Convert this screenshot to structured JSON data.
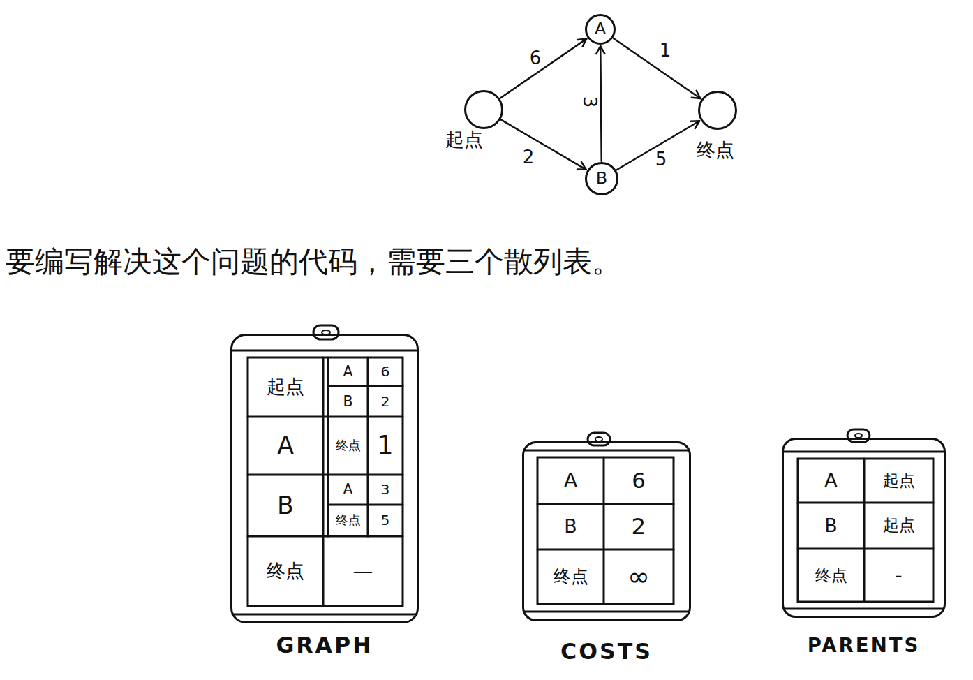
{
  "diagram": {
    "nodes": [
      {
        "text": [
          "起点"
        ]
      },
      {
        "text": [
          "A"
        ]
      },
      {
        "text": [
          "B"
        ]
      },
      {
        "text": [
          "终点"
        ]
      },
      {
        "text": [
          "起点",
          "A",
          "6",
          "B",
          "2",
          "A",
          "终点",
          "1",
          "B",
          "A",
          "3",
          "终点",
          "5",
          "终点",
          "—",
          "GRAPH"
        ]
      },
      {
        "text": [
          "A",
          "6",
          "B",
          "2",
          "终点",
          "∞",
          "COSTS"
        ]
      },
      {
        "text": [
          "A",
          "起点",
          "B",
          "起点",
          "终点",
          "-",
          "PARENTS"
        ]
      }
    ],
    "edges": [
      {
        "from": 0,
        "to": 1,
        "label": "6",
        "arrow": "to"
      },
      {
        "from": 0,
        "to": 2,
        "label": "2",
        "arrow": "to"
      },
      {
        "from": 2,
        "to": 1,
        "label": "3",
        "arrow": "to"
      },
      {
        "from": 1,
        "to": 3,
        "label": "1",
        "arrow": "to"
      },
      {
        "from": 2,
        "to": 3,
        "label": "5",
        "arrow": "to"
      }
    ],
    "labels": [
      "要编写解决这个问题的代码，需要三个散列表。"
    ]
  }
}
